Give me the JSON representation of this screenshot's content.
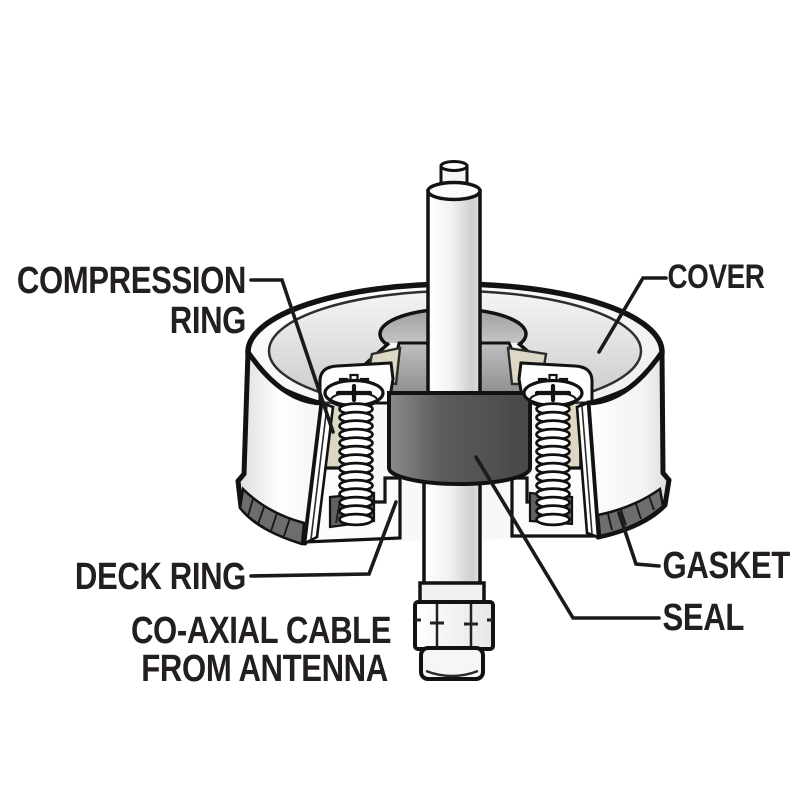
{
  "diagram": {
    "labels": {
      "compression_ring_line1": "COMPRESSION",
      "compression_ring_line2": "RING",
      "cover": "COVER",
      "deck_ring": "DECK RING",
      "coax_line1": "CO-AXIAL CABLE",
      "coax_line2": "FROM ANTENNA",
      "gasket": "GASKET",
      "seal": "SEAL"
    },
    "colors": {
      "background": "#ffffff",
      "outline": "#121212",
      "label_text": "#231f20",
      "seal_gray": "#5a5a5a",
      "gasket_gray": "#6d6d6d",
      "cut_face_cream": "#ddd8c6",
      "shading_gray": "#c9c9c9"
    }
  }
}
